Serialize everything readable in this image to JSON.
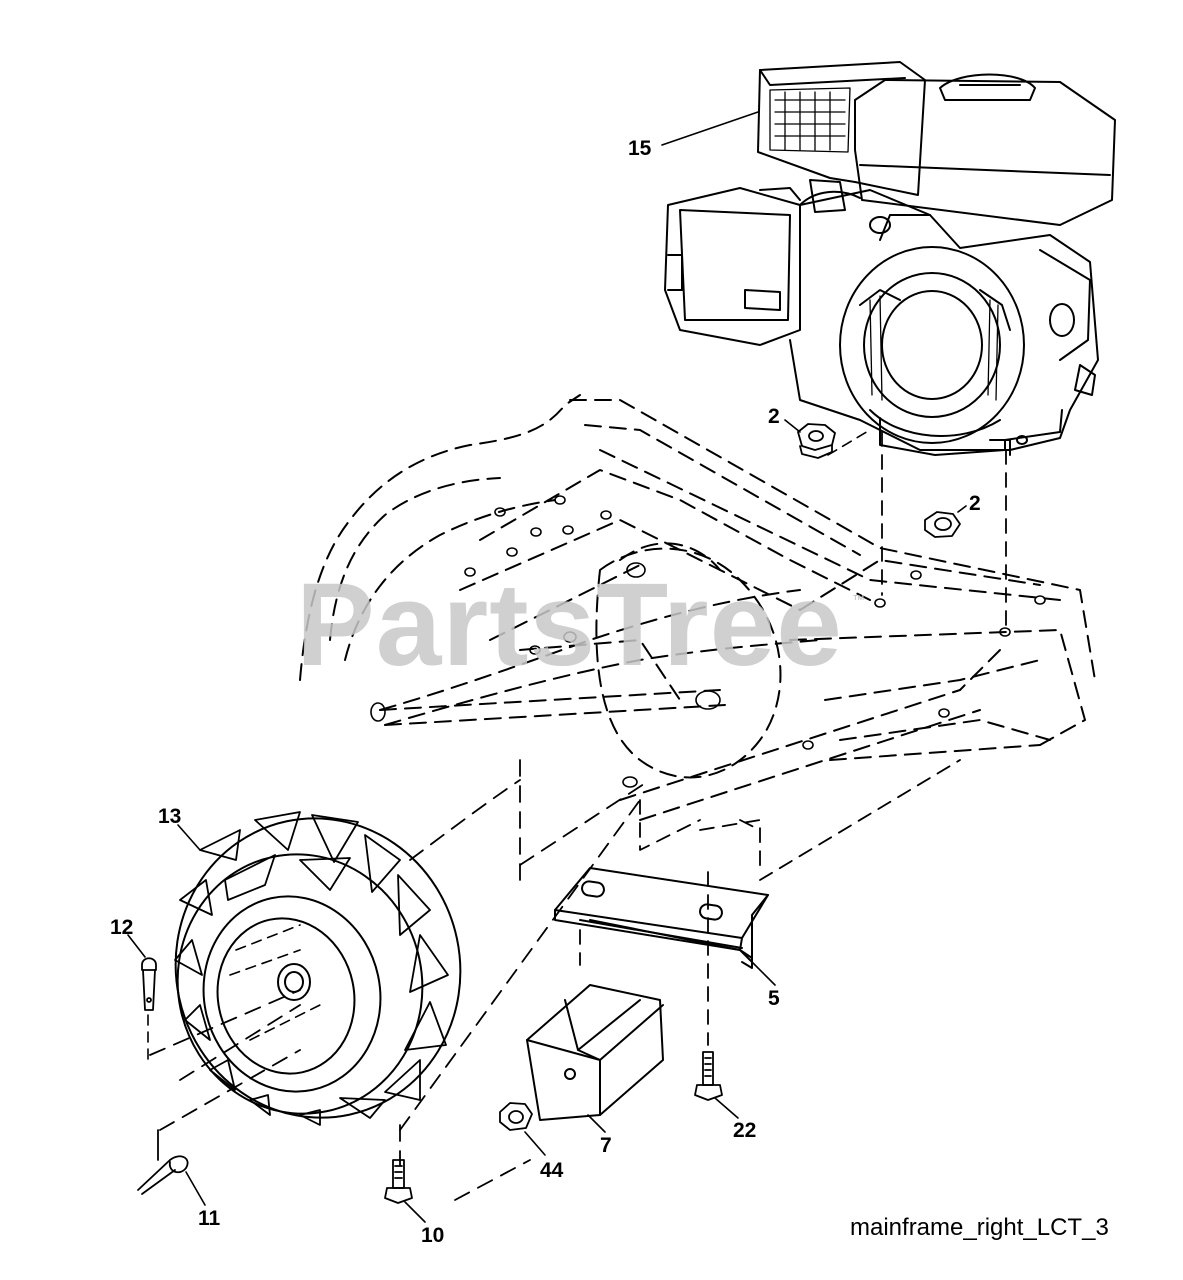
{
  "watermark": {
    "text": "PartsTree",
    "trademark": "™"
  },
  "caption": "mainframe_right_LCT_3",
  "callouts": {
    "engine": "15",
    "hex_nut_upper": "2",
    "hex_nut_right": "2",
    "tire": "13",
    "clevis_pin": "12",
    "hairpin_clip": "11",
    "bolt_wheel": "10",
    "lock_nut": "44",
    "weight_block": "7",
    "bracket": "5",
    "bolt_bracket": "22"
  },
  "icons": {
    "engine": "engine-icon",
    "tire": "tire-icon",
    "bracket": "bracket-icon",
    "weight": "weight-block-icon",
    "bolt": "bolt-icon",
    "nut": "nut-icon",
    "pin": "clevis-pin-icon",
    "clip": "hairpin-clip-icon",
    "frame": "mainframe-icon"
  },
  "colors": {
    "line": "#000000",
    "watermark": "#c8c8c8",
    "background": "#ffffff"
  }
}
